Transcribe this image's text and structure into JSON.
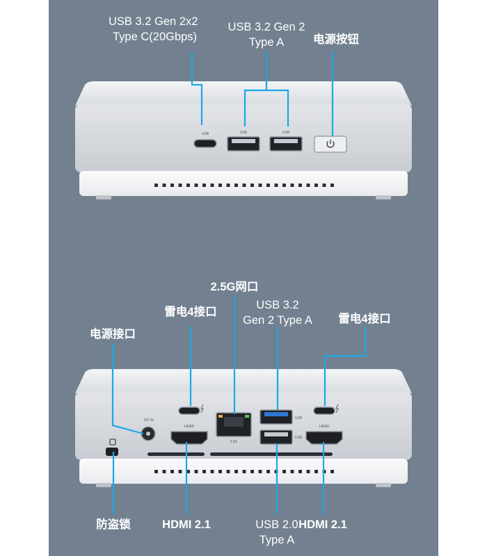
{
  "colors": {
    "background_panel": "#72808f",
    "callout_line": "#19a9e8",
    "label_text": "#ffffff",
    "device_body": "#d3d6db",
    "device_base": "#f4f5f7",
    "usb3_port": "#2f78d6"
  },
  "front_view": {
    "labels": {
      "usb_c_line1": "USB 3.2 Gen 2x2",
      "usb_c_line2": "Type C(20Gbps)",
      "usb_a_line1": "USB 3.2 Gen 2",
      "usb_a_line2": "Type A",
      "power_button": "电源按钮"
    },
    "port_marks": {
      "usb_c_small": "USB",
      "usb_a_left": "USB",
      "usb_a_right": "USB"
    }
  },
  "rear_view": {
    "labels": {
      "ethernet": "2.5G网口",
      "thunderbolt_left": "雷电4接口",
      "usb32_line1": "USB 3.2",
      "usb32_line2": "Gen 2 Type A",
      "thunderbolt_right": "雷电4接口",
      "dc_in": "电源接口",
      "lock": "防盗锁",
      "hdmi_left": "HDMI 2.1",
      "usb20_line1": "USB 2.0",
      "usb20_line2": "Type A",
      "hdmi_right": "HDMI 2.1"
    },
    "port_marks": {
      "dc_in": "DC IN",
      "hdmi_left": "HDMI",
      "hdmi_right": "HDMI",
      "ethernet_speed": "2.5G",
      "usb_upper": "USB",
      "usb_lower": "USB"
    }
  }
}
